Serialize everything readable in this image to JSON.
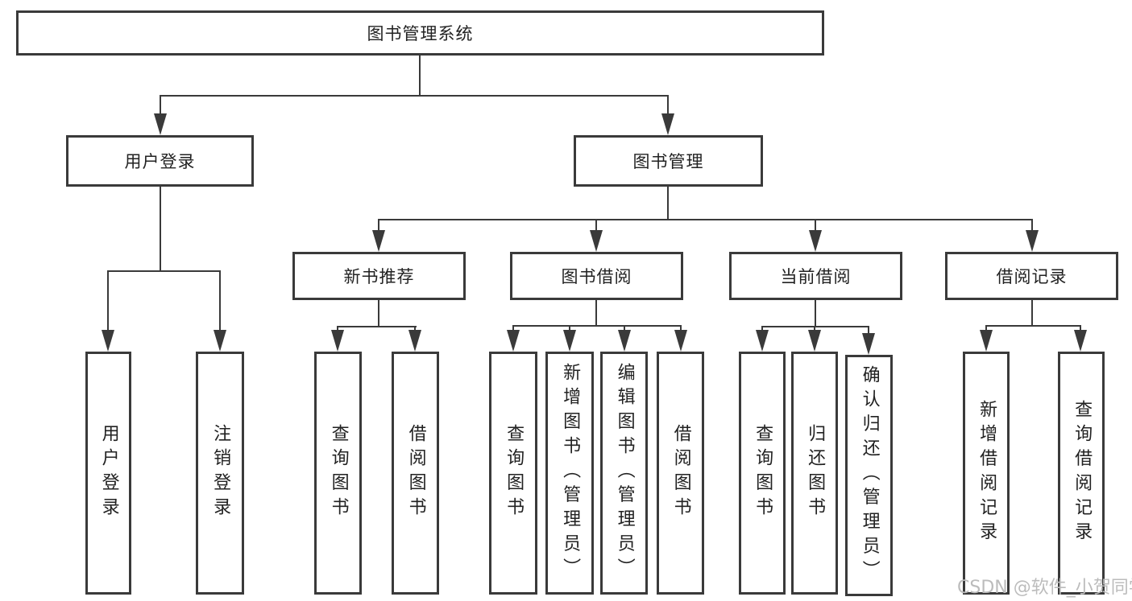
{
  "diagram": {
    "root": {
      "label": "图书管理系统"
    },
    "level2": {
      "user_login": {
        "label": "用户登录"
      },
      "book_mgmt": {
        "label": "图书管理"
      }
    },
    "level3": {
      "new_book": {
        "label": "新书推荐"
      },
      "book_borrow": {
        "label": "图书借阅"
      },
      "current_borrow": {
        "label": "当前借阅"
      },
      "borrow_record": {
        "label": "借阅记录"
      }
    },
    "leaves": {
      "user_login": [
        "用户登录",
        "注销登录"
      ],
      "new_book": [
        "查询图书",
        "借阅图书"
      ],
      "book_borrow": [
        "查询图书",
        "新增图书（管理员）",
        "编辑图书（管理员）",
        "借阅图书"
      ],
      "current_borrow": [
        "查询图书",
        "归还图书",
        "确认归还（管理员）"
      ],
      "borrow_record": [
        "新增借阅记录",
        "查询借阅记录"
      ]
    }
  },
  "watermark": {
    "text": "CSDN @软件_小贺同学"
  },
  "colors": {
    "line": "#3a3a3a",
    "box_bg": "#ffffff",
    "text": "#222222",
    "watermark": "#bcbcbc"
  }
}
